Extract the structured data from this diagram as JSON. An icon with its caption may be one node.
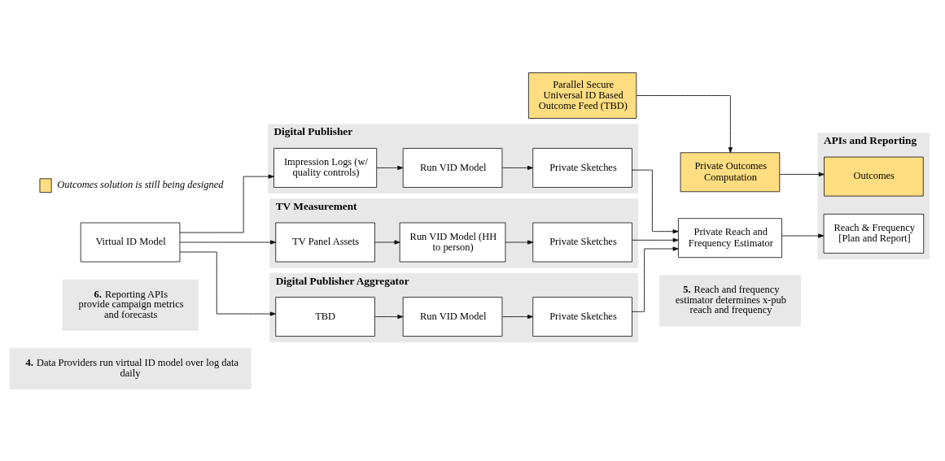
{
  "diagram": {
    "nodes": [
      {
        "text": [
          "**4.** Data Providers run virtual ID model over log data daily"
        ]
      },
      {
        "text": [
          "**5.** Reach and frequency estimator determines x-pub reach and frequency"
        ]
      },
      {
        "text": [
          "**6.** Reporting APIs provide campaign metrics and forecasts"
        ]
      },
      {
        "text": [
          "Digital Publisher"
        ]
      },
      {
        "text": [
          "Impression Logs (w/ quality controls)"
        ],
        "in": 3
      },
      {
        "text": [
          "Run VID Model"
        ],
        "in": 3
      },
      {
        "text": [
          "Private Sketches"
        ],
        "in": 3
      },
      {
        "text": [
          "TV Measurement"
        ]
      },
      {
        "text": [
          "TV Panel Assets"
        ],
        "in": 7
      },
      {
        "text": [
          "Run VID Model (HH to person)"
        ],
        "in": 7
      },
      {
        "text": [
          "Private Sketches"
        ],
        "in": 7
      },
      {
        "text": [
          "Digital Publisher Aggregator"
        ]
      },
      {
        "text": [
          "TBD"
        ],
        "in": 11
      },
      {
        "text": [
          "Run VID Model"
        ],
        "in": 11
      },
      {
        "text": [
          "Private Sketches"
        ],
        "in": 11
      },
      {
        "text": [
          "Virtual ID Model"
        ]
      },
      {
        "text": [
          "Private Reach and Frequency Estimator"
        ]
      },
      {
        "text": [
          "APIs and Reporting"
        ]
      },
      {
        "text": [
          "Reach & Frequency [Plan and Report]"
        ],
        "in": 17
      },
      {
        "text": [
          "Private Outcomes Computation"
        ]
      },
      {
        "text": [
          "Outcomes"
        ],
        "in": 17
      },
      {
        "text": [
          "Parallel Secure Universal ID Based Outcome Feed (TBD)"
        ]
      }
    ],
    "edges": [
      {
        "from": 15,
        "to": 4,
        "arrow": "to"
      },
      {
        "from": 15,
        "to": 8,
        "arrow": "to"
      },
      {
        "from": 15,
        "to": 12,
        "arrow": "to"
      },
      {
        "from": 4,
        "to": 5,
        "arrow": "to"
      },
      {
        "from": 5,
        "to": 6,
        "arrow": "to"
      },
      {
        "from": 8,
        "to": 9,
        "arrow": "to"
      },
      {
        "from": 9,
        "to": 10,
        "arrow": "to"
      },
      {
        "from": 12,
        "to": 13,
        "arrow": "to"
      },
      {
        "from": 13,
        "to": 14,
        "arrow": "to"
      },
      {
        "from": 6,
        "to": 16,
        "arrow": "to"
      },
      {
        "from": 10,
        "to": 16,
        "arrow": "to"
      },
      {
        "from": 14,
        "to": 16,
        "arrow": "to"
      },
      {
        "from": 16,
        "to": 18,
        "arrow": "to"
      },
      {
        "from": 19,
        "to": 20,
        "arrow": "to"
      },
      {
        "from": 21,
        "to": 19,
        "arrow": "to"
      }
    ],
    "legend": [
      {
        "text": "Outcomes solution is still being designed",
        "color": "#ffdd80"
      }
    ]
  }
}
